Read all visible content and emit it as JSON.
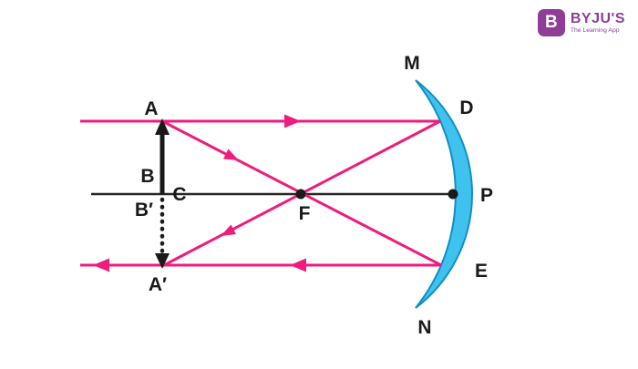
{
  "logo": {
    "icon_letter": "B",
    "brand": "BYJU'S",
    "tagline": "The Learning App"
  },
  "colors": {
    "ray": "#ee1d7c",
    "mirror_fill": "#3fc2ee",
    "mirror_edge": "#0f8fc6",
    "axis": "#262626",
    "ink": "#1a1a1a",
    "brand_purple": "#8f3d97"
  },
  "diagram": {
    "labels": {
      "object_tip": "A",
      "object_base": "B",
      "image_base": "B′",
      "image_tip": "A′",
      "object_position": "C",
      "focus": "F",
      "mirror_top": "M",
      "mirror_bottom": "N",
      "mirror_point_top": "D",
      "mirror_point_bottom": "E",
      "pole": "P"
    }
  }
}
